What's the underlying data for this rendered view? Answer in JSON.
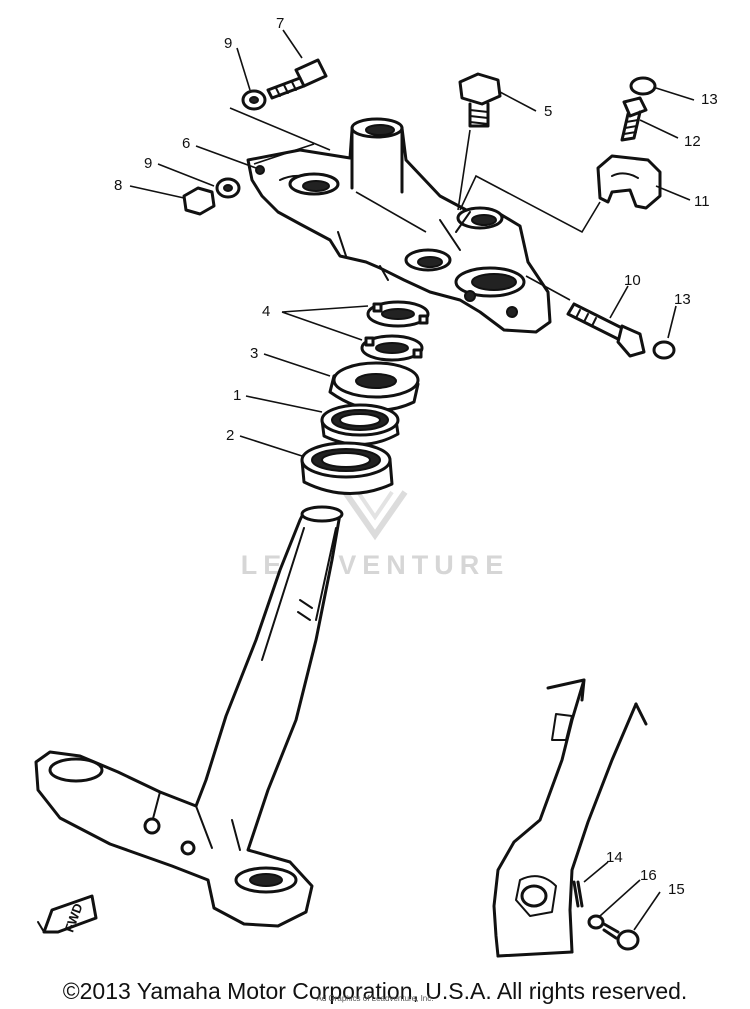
{
  "callouts": {
    "c1": "1",
    "c2": "2",
    "c3": "3",
    "c4": "4",
    "c5": "5",
    "c6": "6",
    "c7": "7",
    "c8": "8",
    "c9a": "9",
    "c9b": "9",
    "c10": "10",
    "c11": "11",
    "c12": "12",
    "c13a": "13",
    "c13b": "13",
    "c14": "14",
    "c15": "15",
    "c16": "16"
  },
  "fwd_label": "FWD",
  "watermark": "LEADVENTURE",
  "copyright": "©2013 Yamaha Motor Corporation, U.S.A. All rights reserved.",
  "subnote": "Ad Graphics of Leadventure, Inc.",
  "colors": {
    "ink": "#111111",
    "paper": "#ffffff",
    "watermark": "#d6d6d6"
  }
}
